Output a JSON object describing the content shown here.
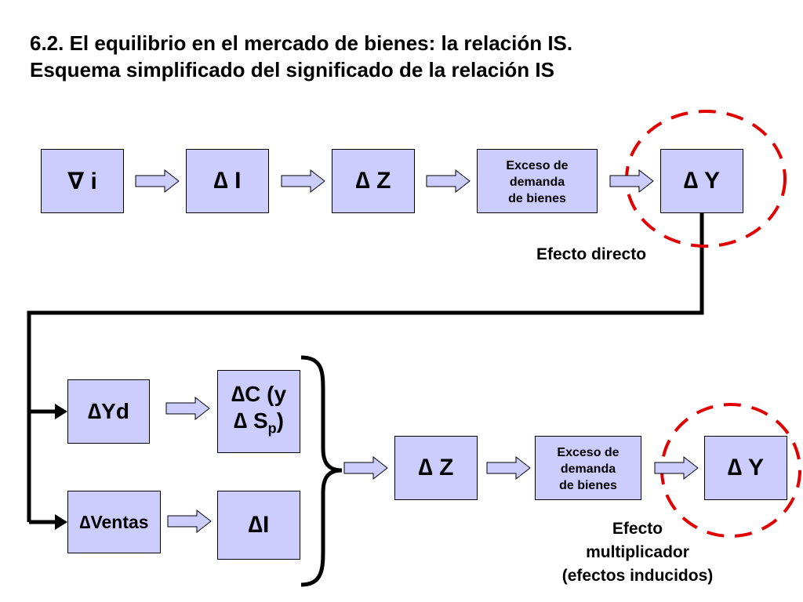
{
  "title": {
    "line1": "6.2. El equilibrio en el mercado de bienes: la relación IS.",
    "line2": "Esquema simplificado del significado de la relación IS"
  },
  "top_row": {
    "box1": "∇ i",
    "box2": "∆ I",
    "box3": "∆ Z",
    "box4_lines": [
      "Exceso de",
      "demanda",
      "de bienes"
    ],
    "box5": "∆ Y",
    "caption": "Efecto directo"
  },
  "bottom": {
    "yd": "∆Yd",
    "ventas": "∆Ventas",
    "dc_line1": "∆C (y",
    "dc_line2_prefix": "∆ S",
    "dc_line2_sub": "p",
    "dc_line2_suffix": ")",
    "di": "∆I",
    "z": "∆ Z",
    "exceso_lines": [
      "Exceso de",
      "demanda",
      "de bienes"
    ],
    "y": "∆ Y",
    "caption_lines": [
      "Efecto",
      "multiplicador",
      "(efectos inducidos)"
    ]
  },
  "colors": {
    "box_fill": "#ccccff",
    "highlight_circle": "#e00000",
    "connector": "#000000"
  },
  "icons": [
    "right-arrow-icon",
    "dashed-circle-highlight",
    "right-brace-icon"
  ]
}
